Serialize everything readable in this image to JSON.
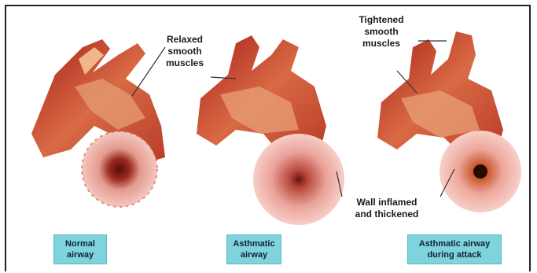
{
  "labels": {
    "relaxed": "Relaxed\nsmooth\nmuscles",
    "tightened": "Tightened\nsmooth\nmuscles",
    "wall": "Wall inflamed\nand thickened"
  },
  "boxes": {
    "normal": "Normal\nairway",
    "asthmatic": "Asthmatic\nairway",
    "attack": "Asthmatic airway\nduring attack"
  },
  "colors": {
    "tissue_dark": "#a8201a",
    "tissue_mid": "#c9462c",
    "tissue_light": "#e8a07a",
    "lumen_ring": "#f2b6b0",
    "label_box": "#7fd3dc"
  }
}
